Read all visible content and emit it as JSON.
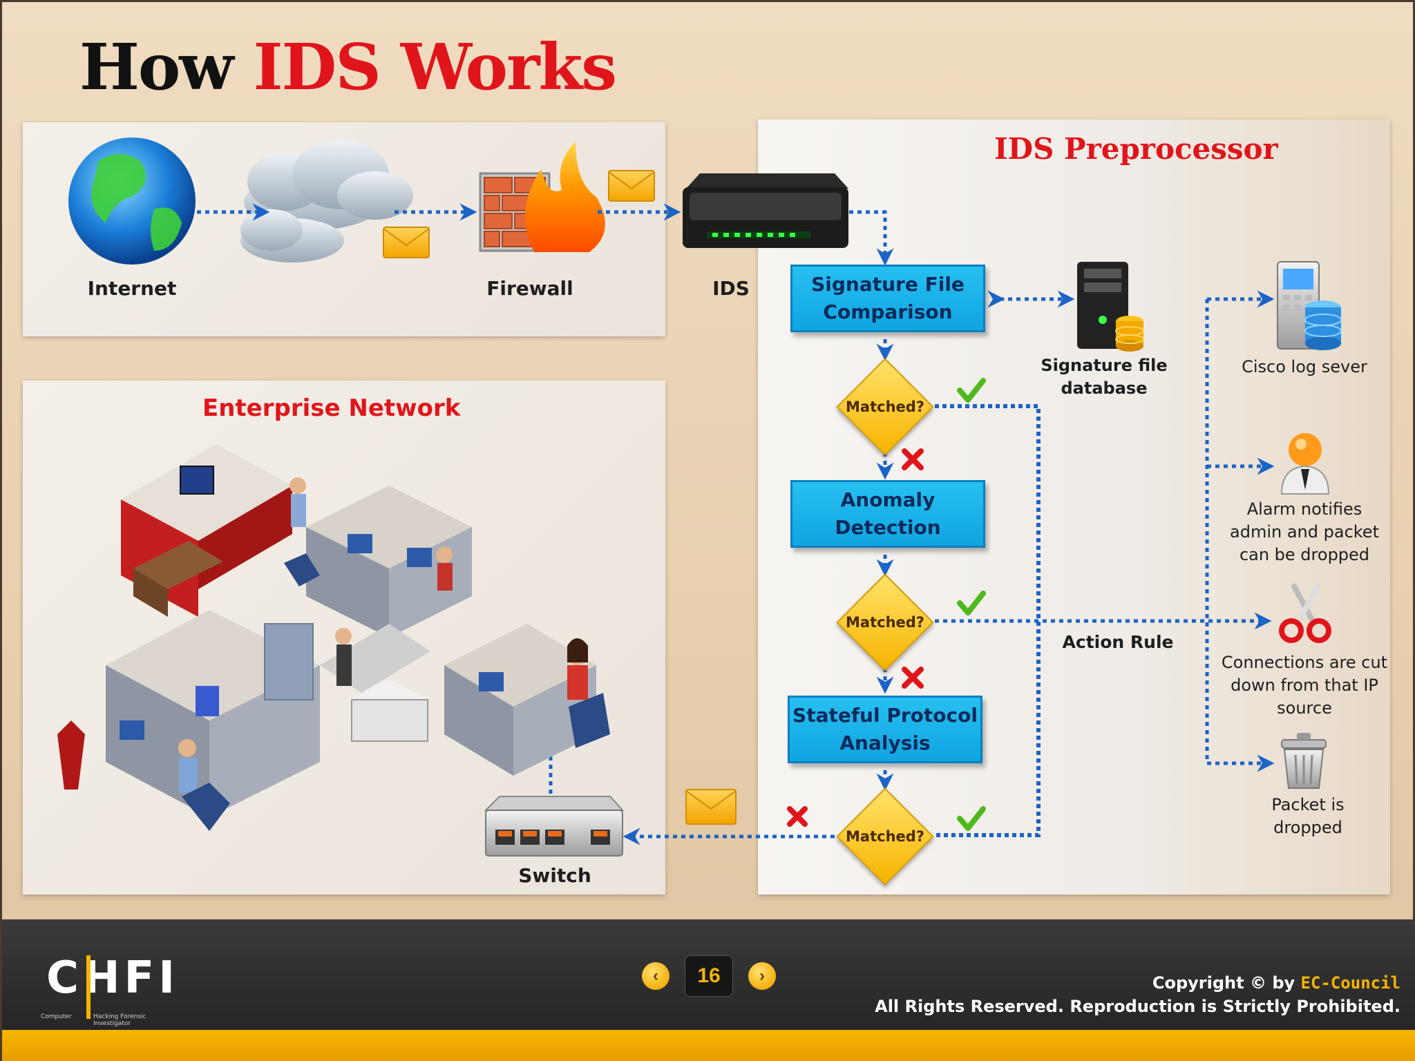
{
  "title": {
    "part1": "How ",
    "part2": "IDS Works"
  },
  "top_flow": {
    "internet_label": "Internet",
    "firewall_label": "Firewall",
    "ids_label": "IDS"
  },
  "enterprise": {
    "title": "Enterprise Network",
    "switch_label": "Switch"
  },
  "preprocessor": {
    "title": "IDS Preprocessor",
    "box1": "Signature File Comparison",
    "box2": "Anomaly Detection",
    "box3": "Stateful Protocol Analysis",
    "diamond_label": "Matched?",
    "db_label": "Signature file database",
    "action_rule": "Action Rule",
    "actions": {
      "log": "Cisco log sever",
      "alarm": "Alarm notifies admin and packet can be dropped",
      "cut": "Connections are cut down from that IP source",
      "drop": "Packet is dropped"
    }
  },
  "footer": {
    "logo": "CHFI",
    "logo_left_small": "Computer",
    "logo_right_small": "Hacking Forensic Investigator",
    "page": "16",
    "copyright_prefix": "Copyright © by ",
    "copyright_brand": "EC-Council",
    "rights": "All Rights Reserved. Reproduction is Strictly Prohibited."
  },
  "colors": {
    "accent_red": "#e0151b",
    "flow_blue": "#1b63c6",
    "box_blue": "#15aee8",
    "diamond_yellow": "#f7c31a",
    "footer_yellow": "#f7b500"
  }
}
